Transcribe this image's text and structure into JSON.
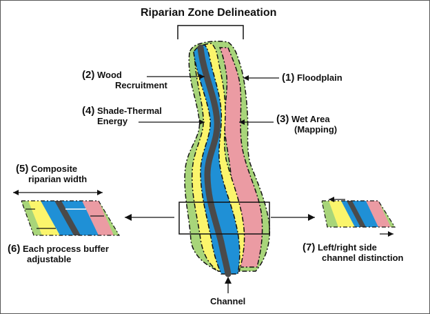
{
  "title": "Riparian Zone Delineation",
  "labels": {
    "floodplain": {
      "num": "(1)",
      "text": "Floodplain"
    },
    "wood": {
      "num": "(2)",
      "line1": "Wood",
      "line2": "Recruitment"
    },
    "wet": {
      "num": "(3)",
      "line1": "Wet Area",
      "line2": "(Mapping)"
    },
    "shade": {
      "num": "(4)",
      "line1": "Shade-Thermal",
      "line2": "Energy"
    },
    "composite": {
      "num": "(5)",
      "line1": "Composite",
      "line2": "riparian width"
    },
    "buffer": {
      "num": "(6)",
      "line1": "Each process buffer",
      "line2": "adjustable"
    },
    "side": {
      "num": "(7)",
      "line1": "Left/right side",
      "line2": "channel distinction"
    },
    "channel": "Channel"
  },
  "colors": {
    "floodplain": "#a8d57a",
    "wet": "#eb9ba3",
    "shade": "#fbf56c",
    "wood": "#1f90d6",
    "channel": "#4a4a4a"
  }
}
